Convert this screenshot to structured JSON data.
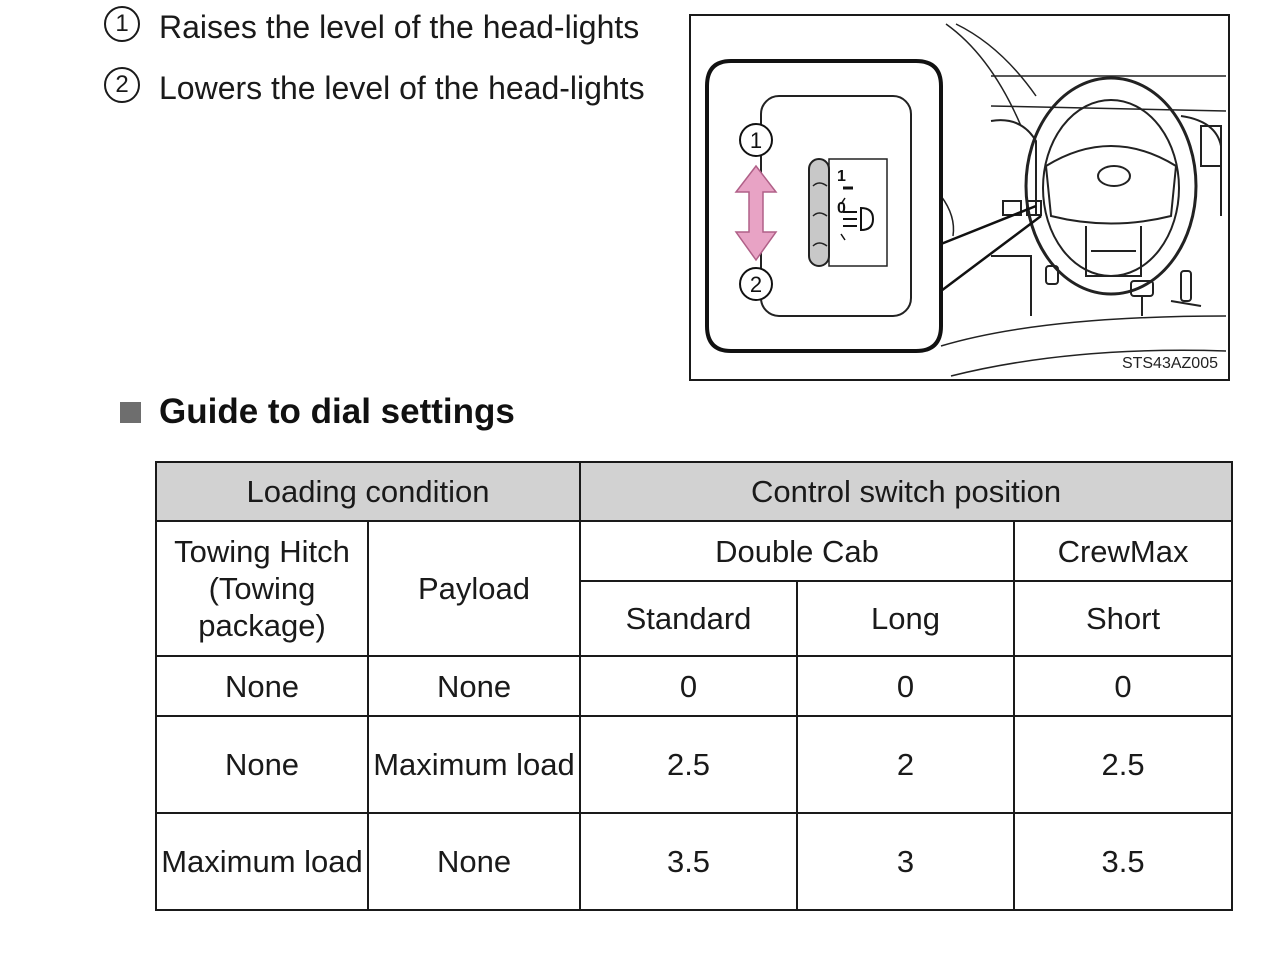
{
  "list": [
    {
      "number": "1",
      "text": "Raises the level of the head-lights"
    },
    {
      "number": "2",
      "text": "Lowers the level of the head-lights"
    }
  ],
  "figure": {
    "code": "STS43AZ005",
    "callouts": [
      "1",
      "2"
    ],
    "dial_marks": [
      "1",
      "0"
    ],
    "icons": [
      "headlight-level-icon",
      "up-down-arrow-icon",
      "steering-wheel-icon"
    ]
  },
  "section": {
    "title": "Guide to dial settings"
  },
  "table": {
    "header": {
      "loading_condition": "Loading condition",
      "control_switch": "Control switch position"
    },
    "subheader": {
      "towing_hitch": "Towing Hitch (Towing package)",
      "payload": "Payload",
      "double_cab": "Double Cab",
      "crewmax": "CrewMax",
      "standard": "Standard",
      "long": "Long",
      "short": "Short"
    },
    "rows": [
      {
        "towing": "None",
        "payload": "None",
        "standard": "0",
        "long": "0",
        "short": "0"
      },
      {
        "towing": "None",
        "payload": "Maximum load",
        "standard": "2.5",
        "long": "2",
        "short": "2.5"
      },
      {
        "towing": "Maximum load",
        "payload": "None",
        "standard": "3.5",
        "long": "3",
        "short": "3.5"
      }
    ]
  },
  "colors": {
    "header_shade": "#d2d2d2",
    "arrow_pink": "#e8a3c5",
    "text": "#1a1a1a"
  }
}
